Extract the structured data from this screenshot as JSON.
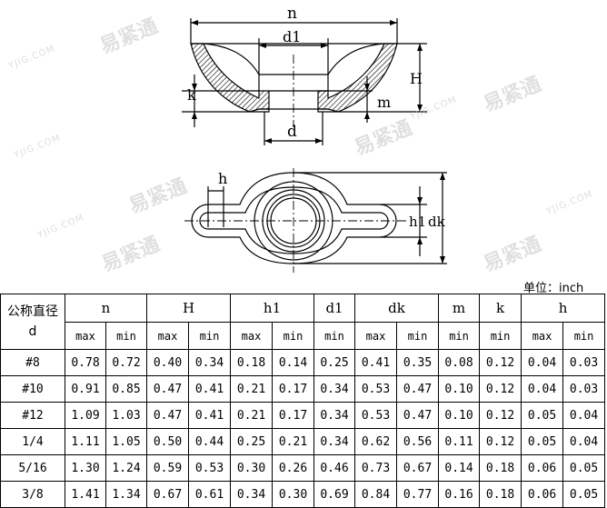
{
  "drawing": {
    "top_labels": {
      "n": "n",
      "d1": "d1",
      "H": "H",
      "k": "k",
      "m": "m",
      "d": "d"
    },
    "bottom_labels": {
      "h": "h",
      "h1": "h1",
      "dk": "dk"
    }
  },
  "watermark": {
    "brand": "易紧通",
    "site": "YJIG.COM"
  },
  "unit_label": "单位：inch",
  "table": {
    "first_col_header": "公称直径",
    "first_col_sub": "d",
    "groups": [
      "n",
      "H",
      "h1",
      "d1",
      "dk",
      "m",
      "k",
      "h"
    ],
    "sub_headers": [
      "max",
      "min",
      "max",
      "min",
      "max",
      "min",
      "min",
      "max",
      "min",
      "min",
      "min",
      "max",
      "min"
    ],
    "rows": [
      {
        "size": "#8",
        "values": [
          "0.78",
          "0.72",
          "0.40",
          "0.34",
          "0.18",
          "0.14",
          "0.25",
          "0.41",
          "0.35",
          "0.08",
          "0.12",
          "0.04",
          "0.03"
        ]
      },
      {
        "size": "#10",
        "values": [
          "0.91",
          "0.85",
          "0.47",
          "0.41",
          "0.21",
          "0.17",
          "0.34",
          "0.53",
          "0.47",
          "0.10",
          "0.12",
          "0.04",
          "0.03"
        ]
      },
      {
        "size": "#12",
        "values": [
          "1.09",
          "1.03",
          "0.47",
          "0.41",
          "0.21",
          "0.17",
          "0.34",
          "0.53",
          "0.47",
          "0.10",
          "0.12",
          "0.05",
          "0.04"
        ]
      },
      {
        "size": "1/4",
        "values": [
          "1.11",
          "1.05",
          "0.50",
          "0.44",
          "0.25",
          "0.21",
          "0.34",
          "0.62",
          "0.56",
          "0.11",
          "0.12",
          "0.05",
          "0.04"
        ]
      },
      {
        "size": "5/16",
        "values": [
          "1.30",
          "1.24",
          "0.59",
          "0.53",
          "0.30",
          "0.26",
          "0.46",
          "0.73",
          "0.67",
          "0.14",
          "0.18",
          "0.06",
          "0.05"
        ]
      },
      {
        "size": "3/8",
        "values": [
          "1.41",
          "1.34",
          "0.67",
          "0.61",
          "0.34",
          "0.30",
          "0.69",
          "0.84",
          "0.77",
          "0.16",
          "0.18",
          "0.06",
          "0.05"
        ]
      }
    ]
  }
}
